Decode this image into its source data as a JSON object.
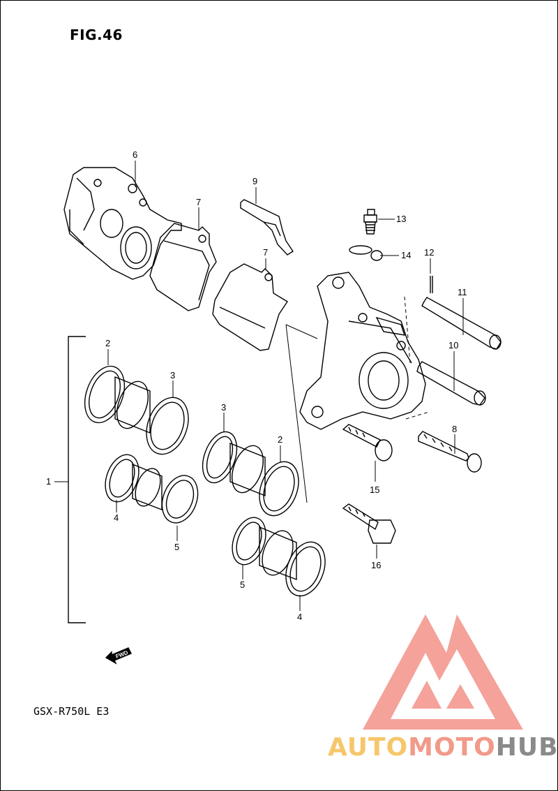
{
  "figure": {
    "title": "FIG.46",
    "model": "GSX-R750L E3",
    "fwd_label": "FWD"
  },
  "callouts": {
    "c1": "1",
    "c2a": "2",
    "c2b": "2",
    "c3a": "3",
    "c3b": "3",
    "c4a": "4",
    "c4b": "4",
    "c5a": "5",
    "c5b": "5",
    "c6": "6",
    "c7a": "7",
    "c7b": "7",
    "c8": "8",
    "c9": "9",
    "c10": "10",
    "c11": "11",
    "c12": "12",
    "c13": "13",
    "c14": "14",
    "c15": "15",
    "c16": "16"
  },
  "watermark": {
    "part1": "AUTO",
    "part2": "MOTO",
    "part3": "HUB",
    "logo_color": "#f28b82"
  }
}
